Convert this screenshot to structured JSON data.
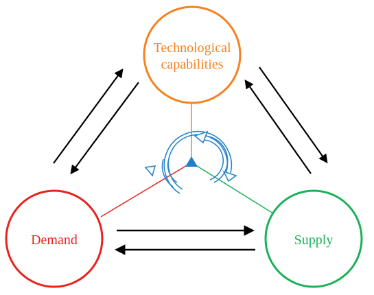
{
  "nodes": {
    "technological": {
      "line1": "Technological",
      "line2": "capabilities",
      "color": "#f5821f"
    },
    "demand": {
      "label": "Demand",
      "color": "#e8231b"
    },
    "supply": {
      "label": "Supply",
      "color": "#1ab157"
    }
  },
  "center": {
    "marker_color": "#1f7fc8",
    "cycle_icon_color": "#2a86c8"
  },
  "arrow_color": "#000000"
}
